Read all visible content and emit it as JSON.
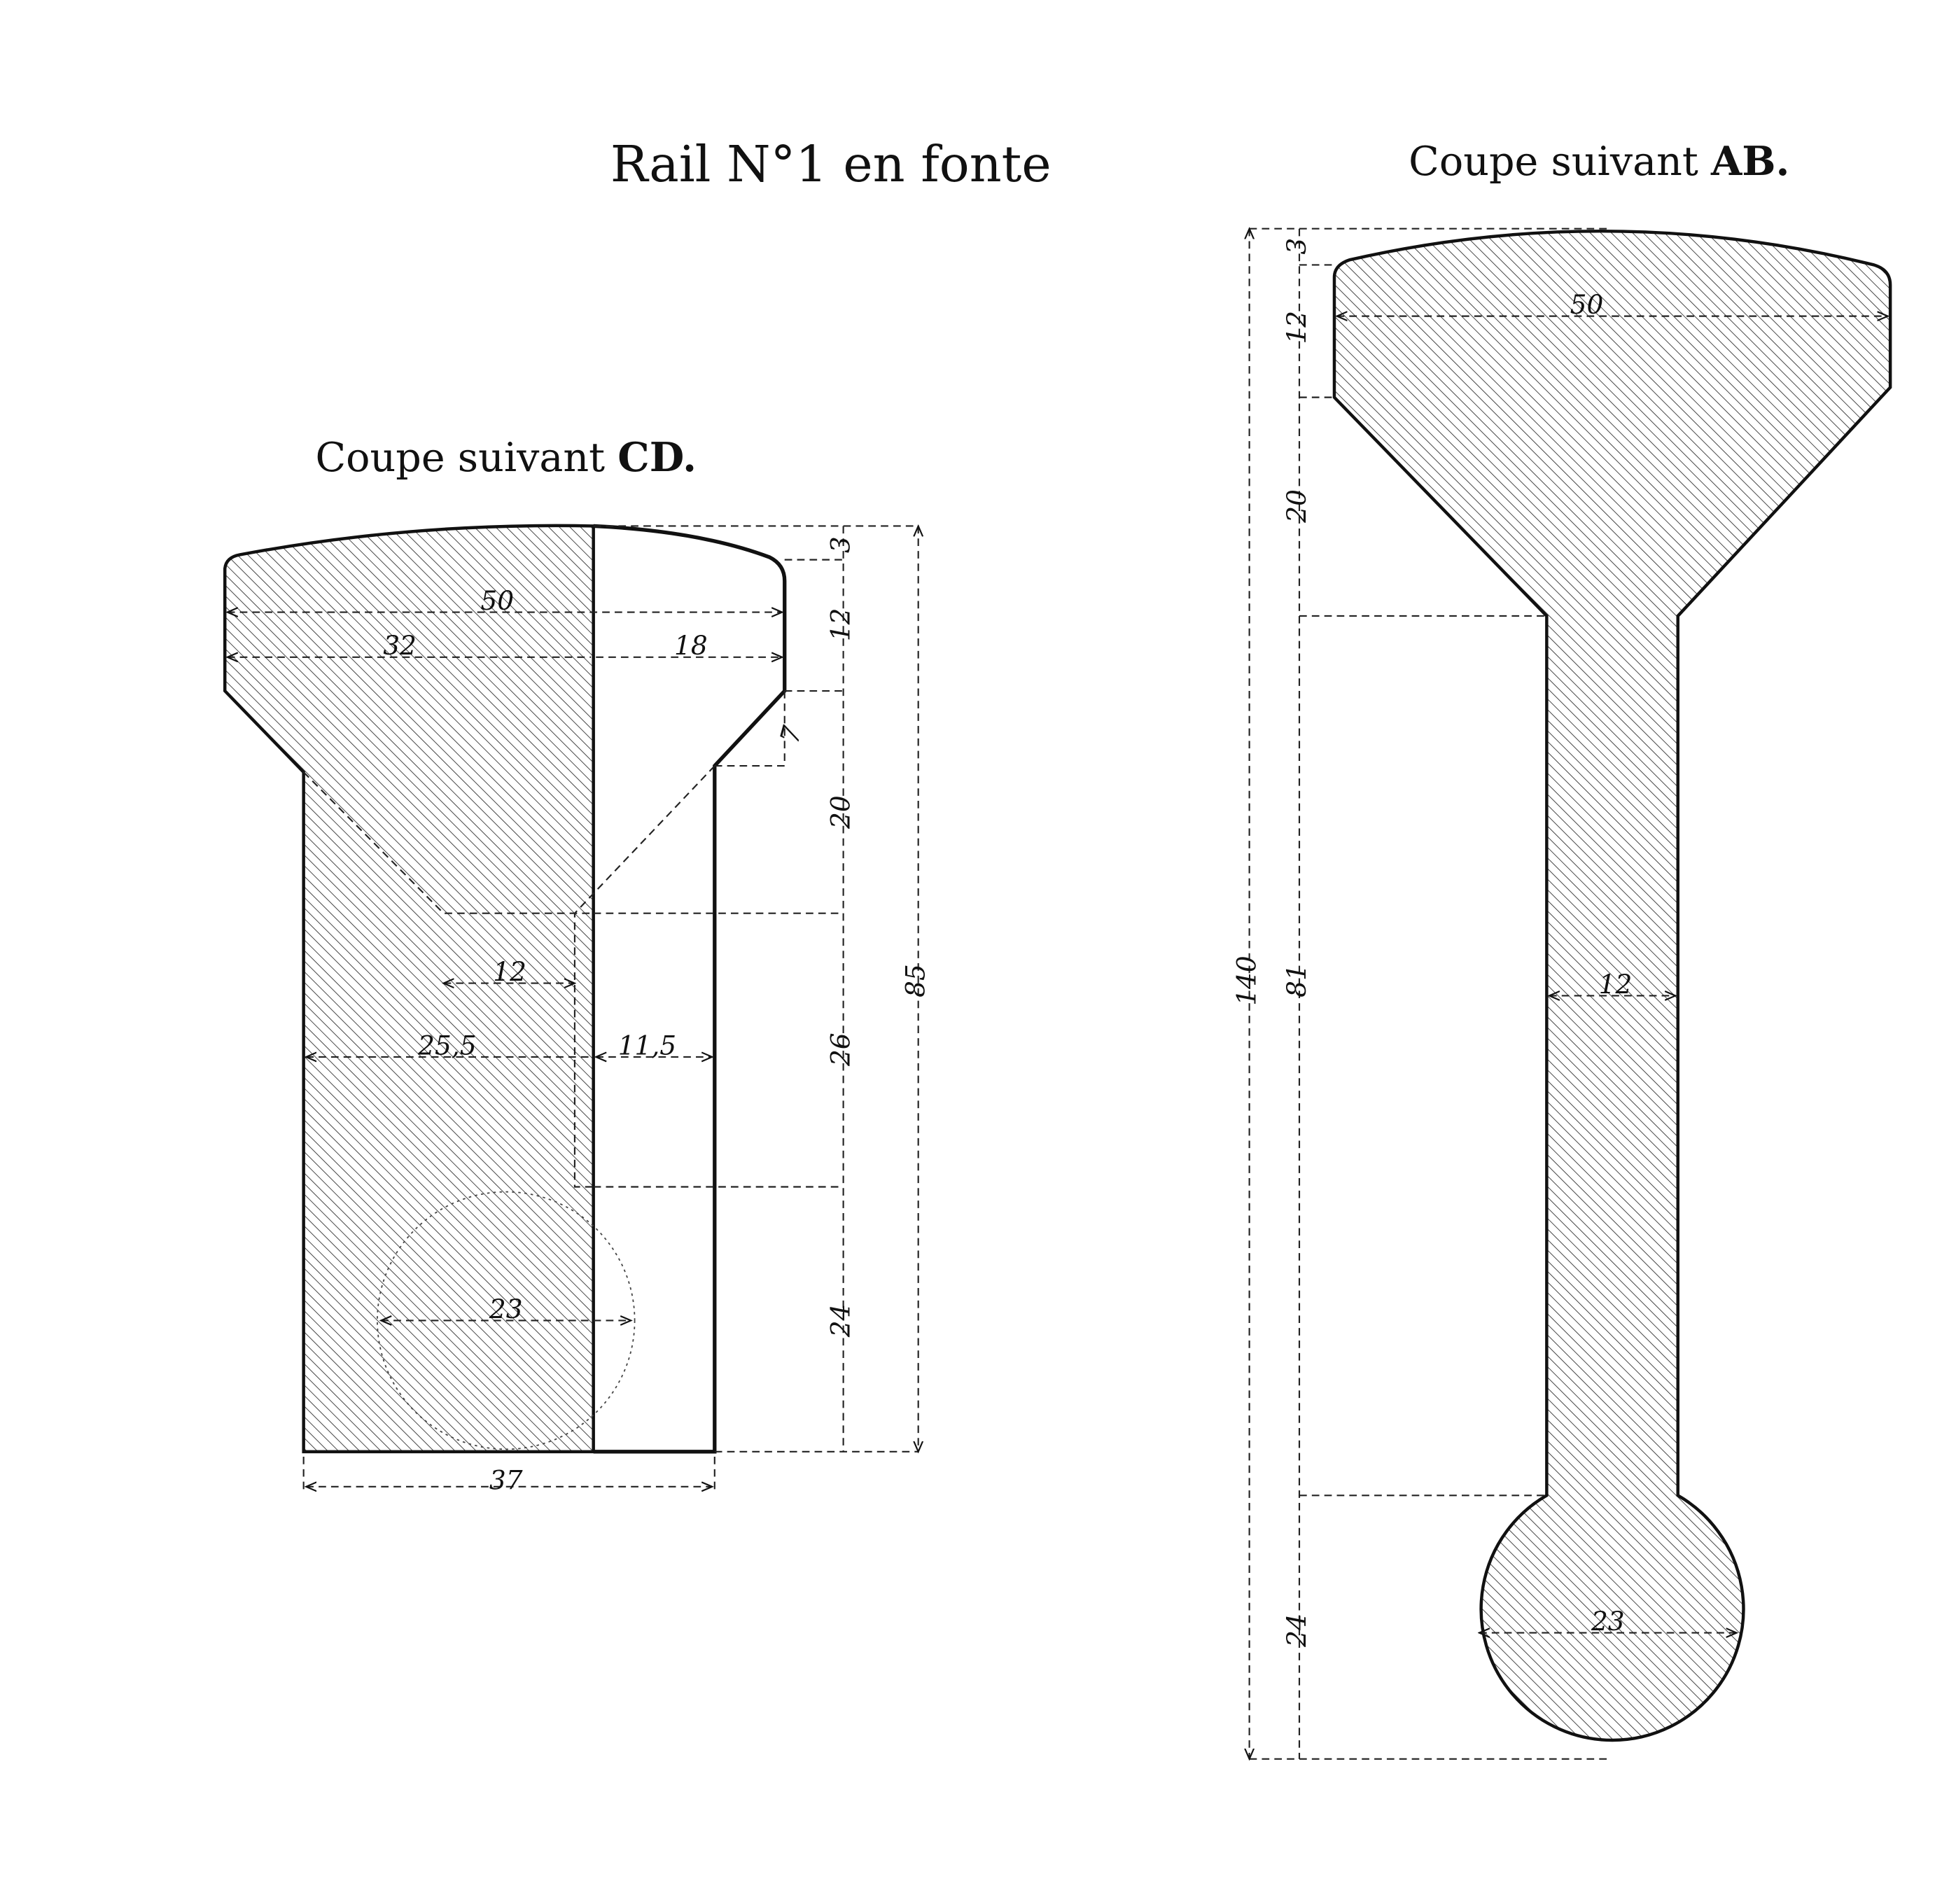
{
  "title": "Rail N°1 en fonte",
  "section_cd": {
    "label_prefix": "Coupe suivant ",
    "label_letters": "CD.",
    "dims": {
      "width_top": "50",
      "head_left": "32",
      "head_right": "18",
      "web_inner": "12",
      "web_left": "25,5",
      "web_right": "11,5",
      "bulb": "23",
      "base": "37",
      "h_crown": "3",
      "h_head": "12",
      "h_notch": "7",
      "h_neck": "20",
      "h_web": "26",
      "h_bulb": "24",
      "h_total": "85"
    }
  },
  "section_ab": {
    "label_prefix": "Coupe suivant ",
    "label_letters": "AB.",
    "dims": {
      "width_top": "50",
      "web": "12",
      "bulb": "23",
      "h_crown": "3",
      "h_head": "12",
      "h_neck": "20",
      "h_web": "81",
      "h_bulb": "24",
      "h_total": "140"
    }
  }
}
